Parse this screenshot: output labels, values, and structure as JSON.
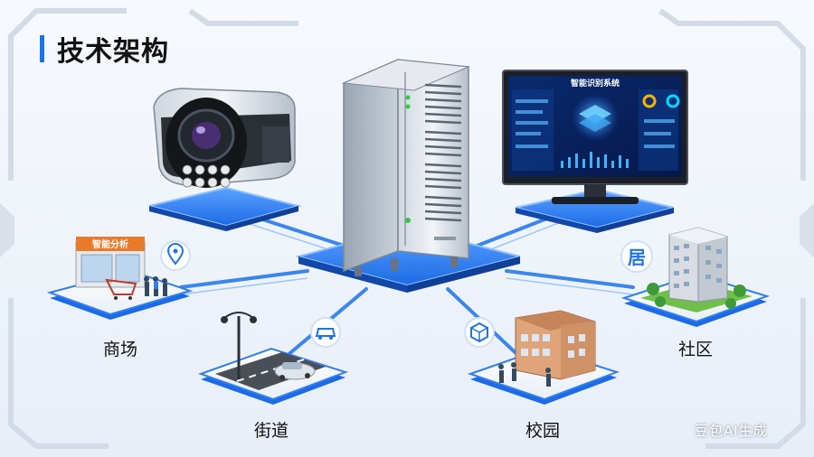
{
  "page": {
    "title": "技术架构"
  },
  "nodes": {
    "mall": {
      "label": "商场",
      "sign": "智能分析"
    },
    "street": {
      "label": "街道"
    },
    "campus": {
      "label": "校园"
    },
    "community": {
      "label": "社区",
      "badge": "居"
    }
  },
  "monitor": {
    "screen_title": "智能识别系统"
  },
  "watermark": "豆包AI生成",
  "colors": {
    "accent": "#1e73e8",
    "platform": "#2f7ff0",
    "line": "#3a86f0"
  }
}
